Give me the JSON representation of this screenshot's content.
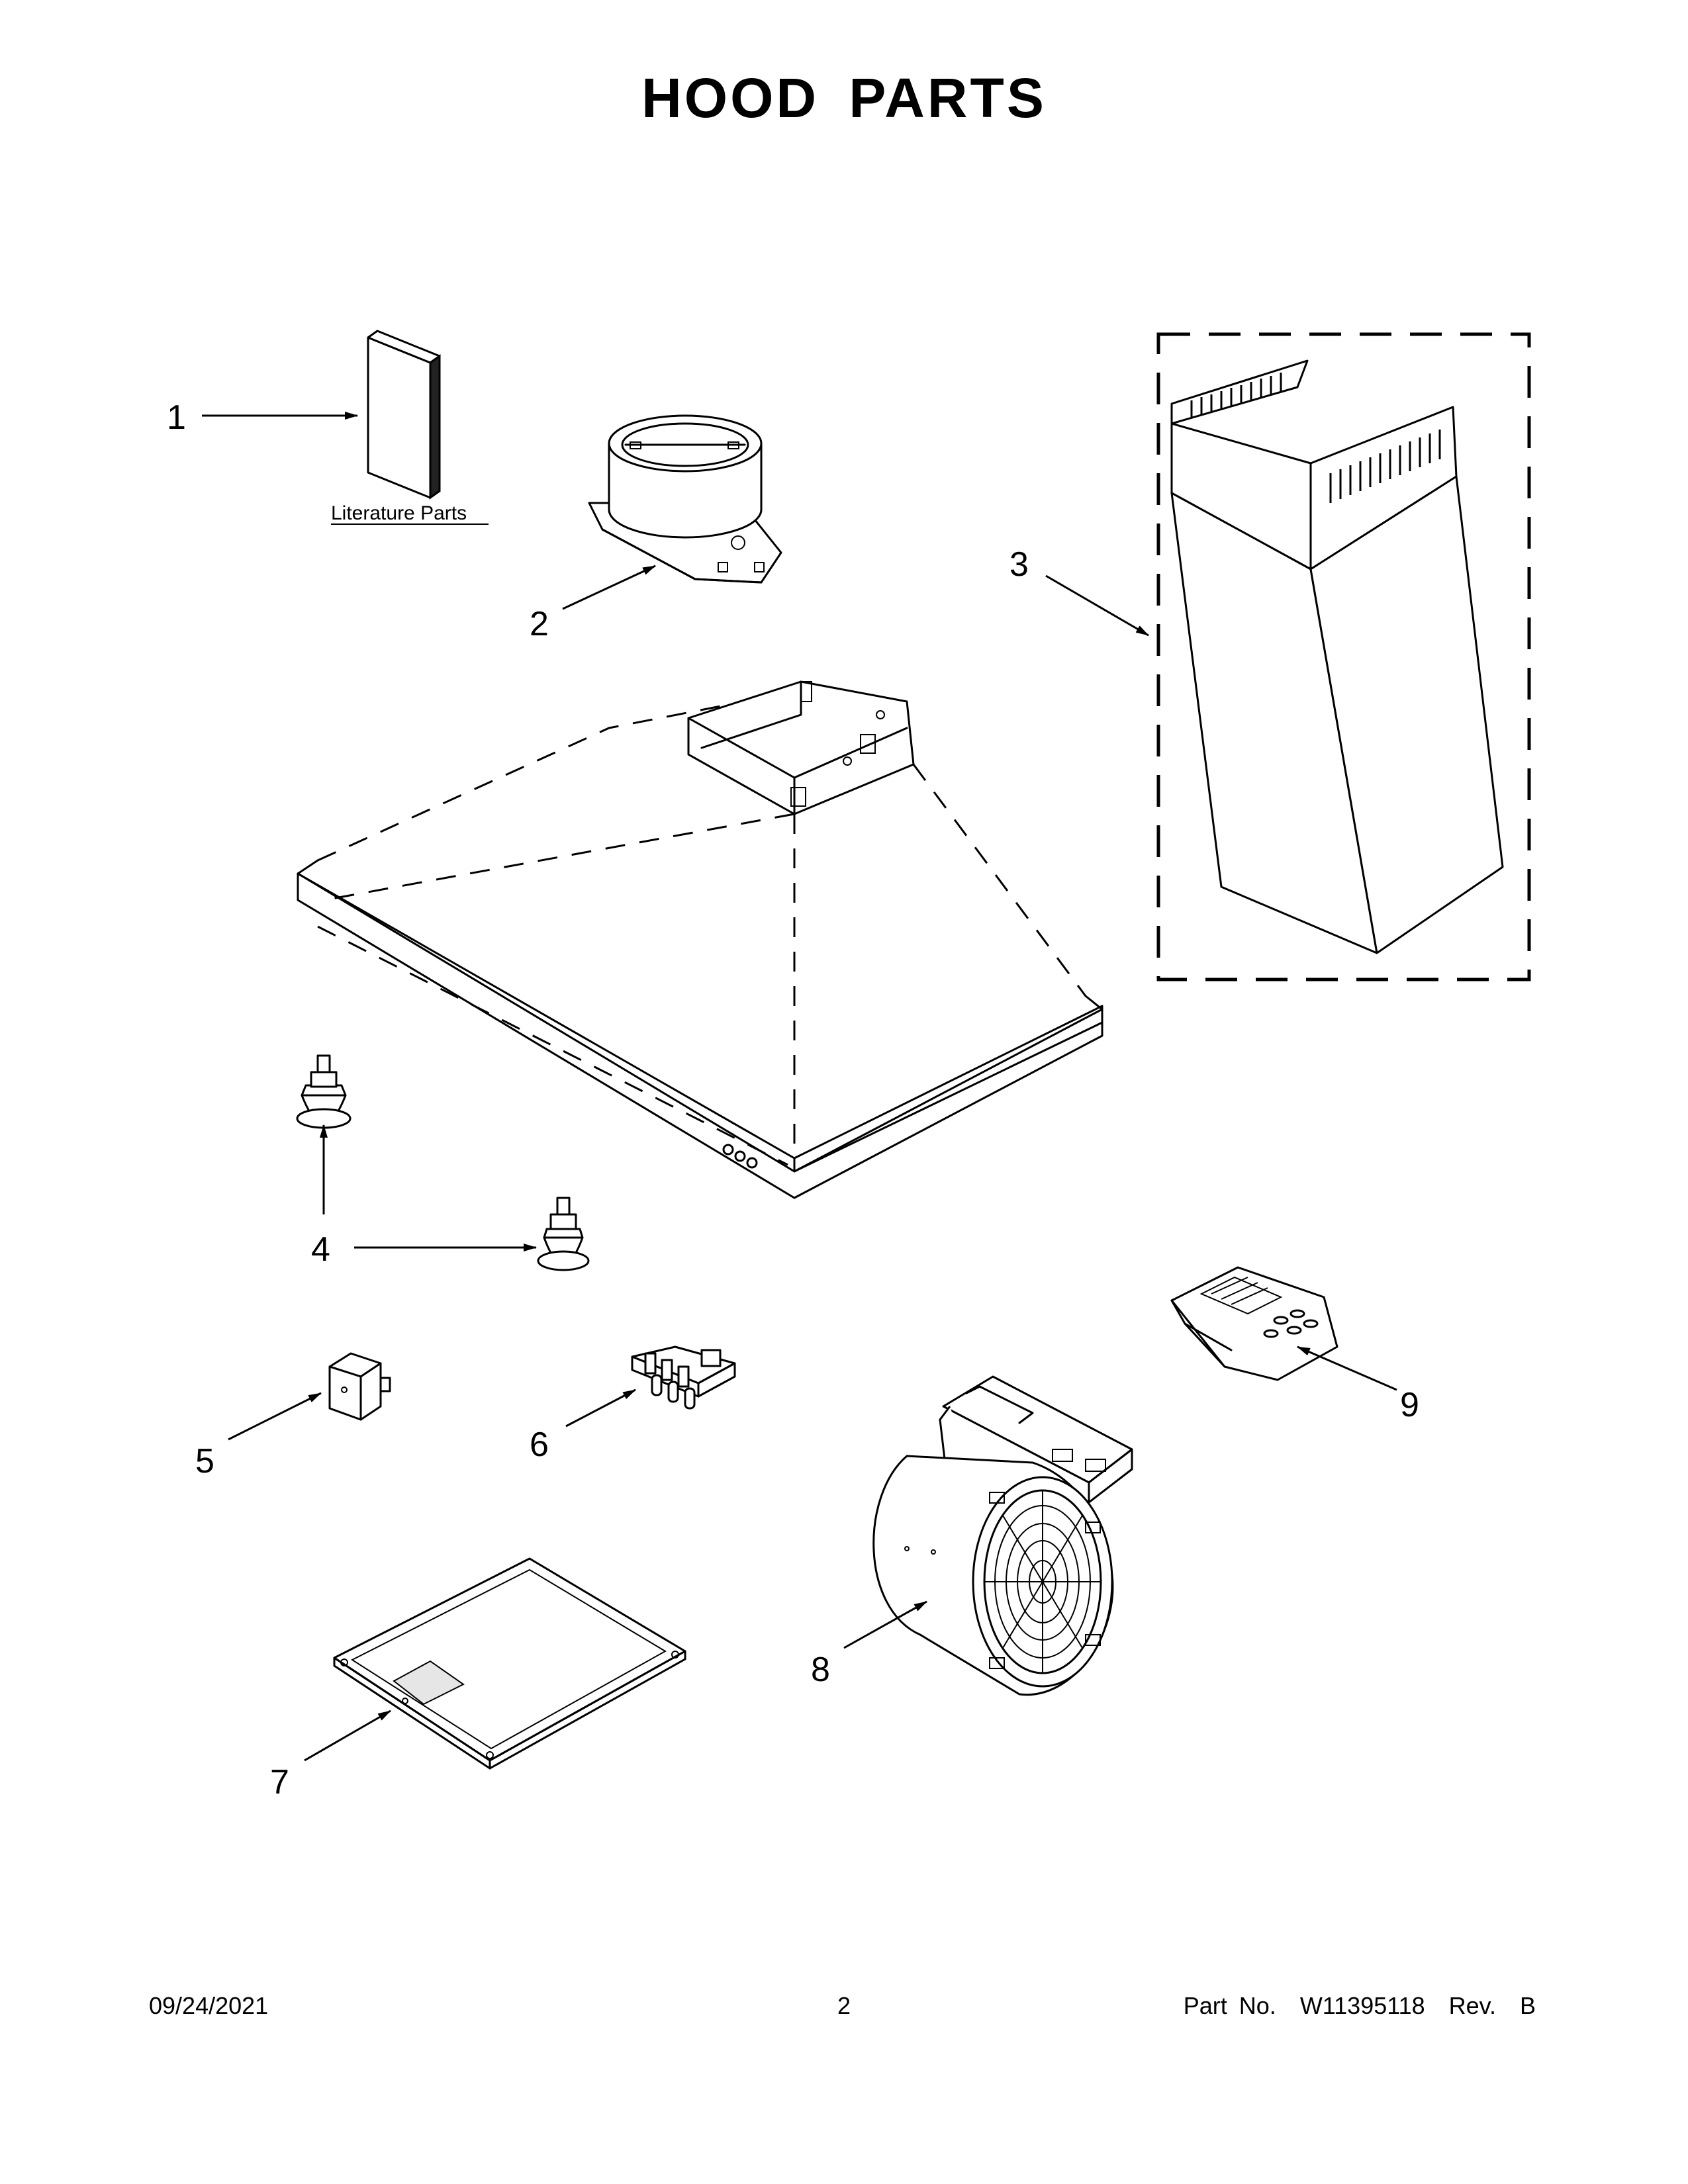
{
  "title": "HOOD PARTS",
  "literature_label": "Literature Parts",
  "callouts": [
    "1",
    "2",
    "3",
    "4",
    "5",
    "6",
    "7",
    "8",
    "9"
  ],
  "footer": {
    "date": "09/24/2021",
    "page": "2",
    "part_no": "Part No.  W11395118  Rev.  B"
  }
}
